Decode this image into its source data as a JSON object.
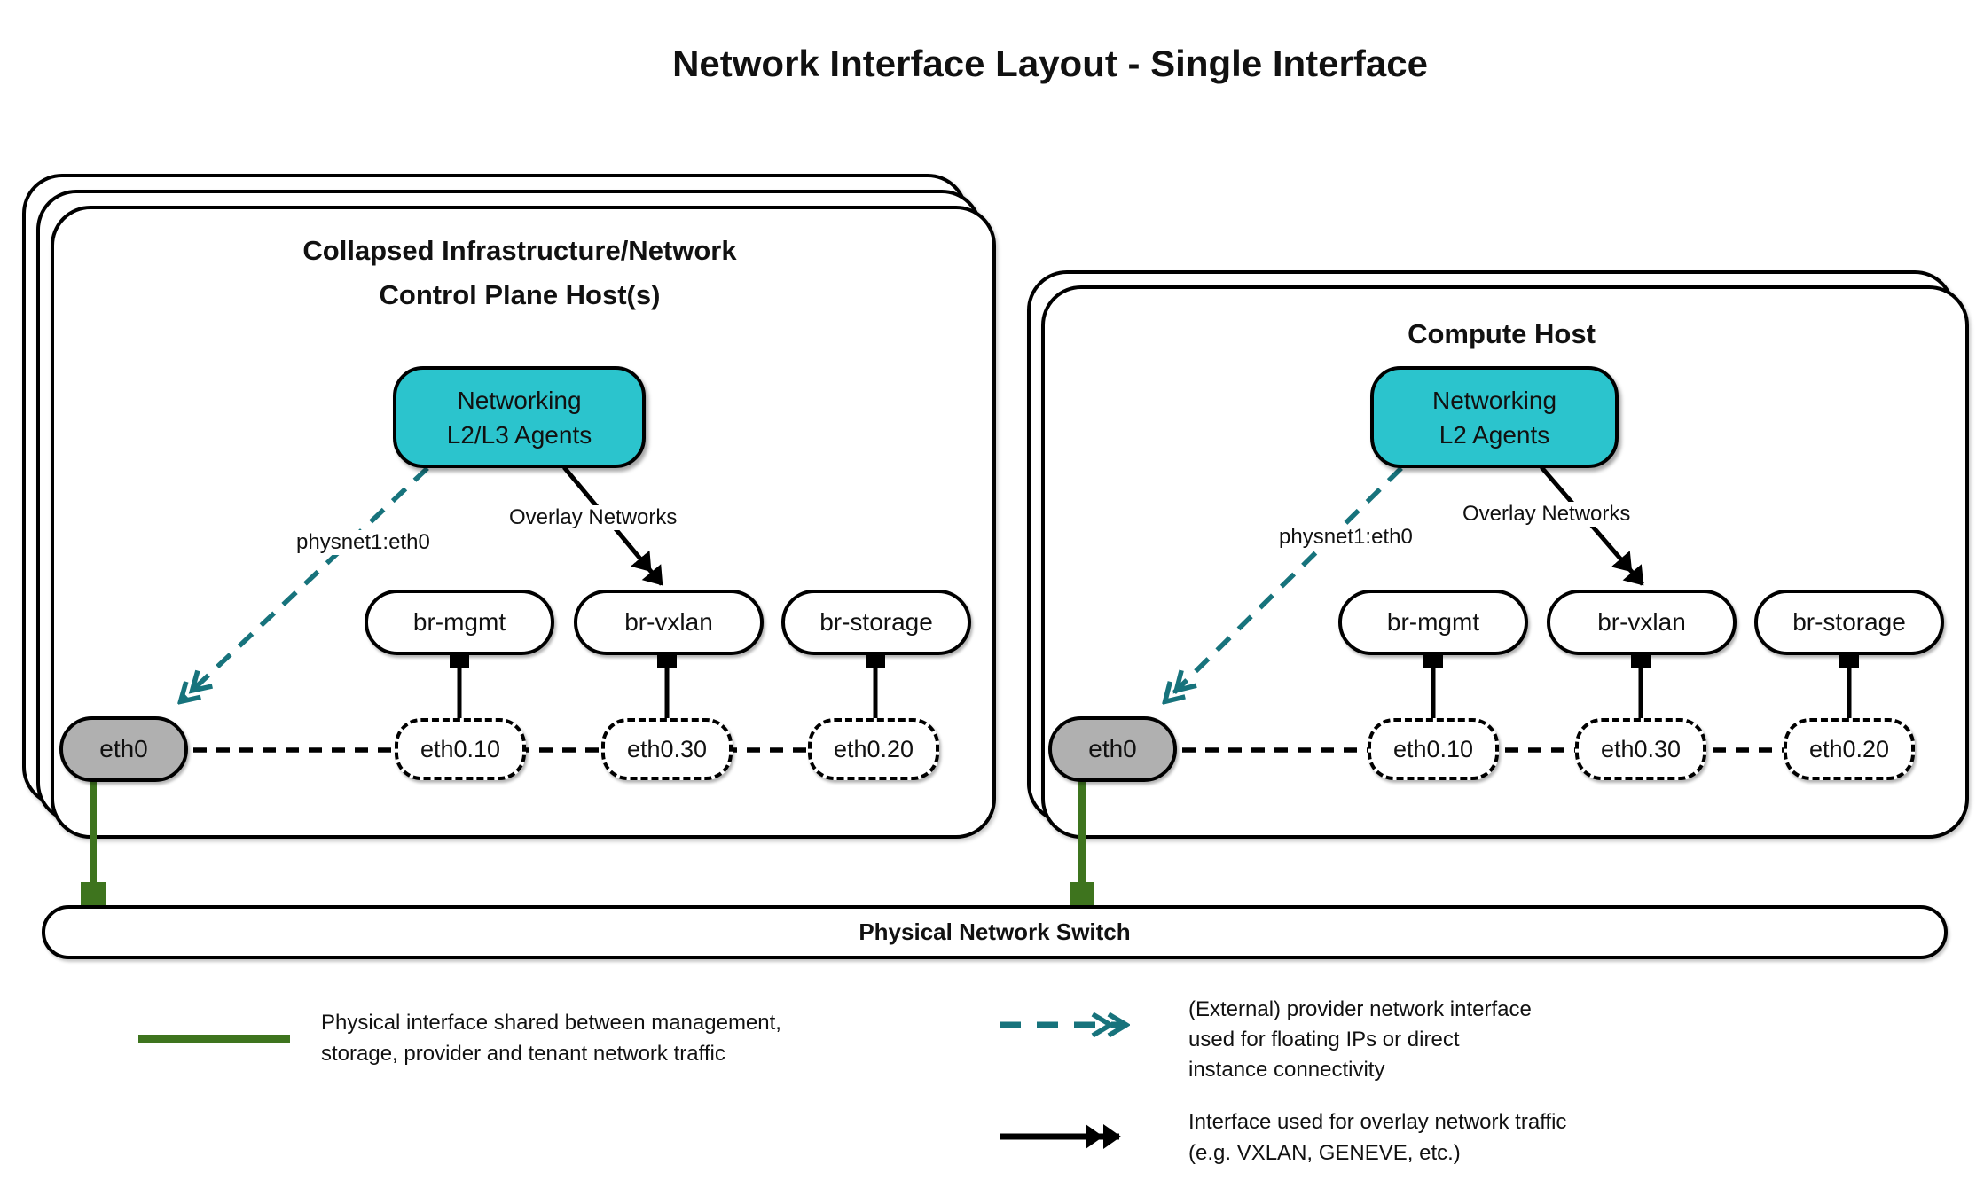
{
  "title": "Network Interface Layout - Single Interface",
  "hosts": [
    {
      "title_lines": [
        "Collapsed Infrastructure/Network",
        "Control Plane Host(s)"
      ],
      "agent_lines": [
        "Networking",
        "L2/L3 Agents"
      ],
      "physnet_label": "physnet1:eth0",
      "overlay_label": "Overlay Networks",
      "bridges": [
        "br-mgmt",
        "br-vxlan",
        "br-storage"
      ],
      "phys_interface": "eth0",
      "vlan_interfaces": [
        "eth0.10",
        "eth0.30",
        "eth0.20"
      ]
    },
    {
      "title_lines": [
        "Compute Host"
      ],
      "agent_lines": [
        "Networking",
        "L2 Agents"
      ],
      "physnet_label": "physnet1:eth0",
      "overlay_label": "Overlay Networks",
      "bridges": [
        "br-mgmt",
        "br-vxlan",
        "br-storage"
      ],
      "phys_interface": "eth0",
      "vlan_interfaces": [
        "eth0.10",
        "eth0.30",
        "eth0.20"
      ]
    }
  ],
  "switch_label": "Physical Network Switch",
  "legend": {
    "physical": {
      "lines": [
        "Physical interface shared between management,",
        "storage, provider and tenant network traffic"
      ]
    },
    "provider": {
      "lines": [
        "(External) provider network interface",
        "used for floating IPs or direct",
        "instance connectivity"
      ]
    },
    "overlay": {
      "lines": [
        "Interface used for overlay network traffic",
        "(e.g. VXLAN, GENEVE, etc.)"
      ]
    }
  },
  "colors": {
    "agent_fill": "#2bc4cd",
    "provider_arrow_teal": "#17737c",
    "overlay_arrow_black": "#000000",
    "physical_link_green": "#3e741e",
    "phys_interface_gray": "#b0b0b0"
  }
}
